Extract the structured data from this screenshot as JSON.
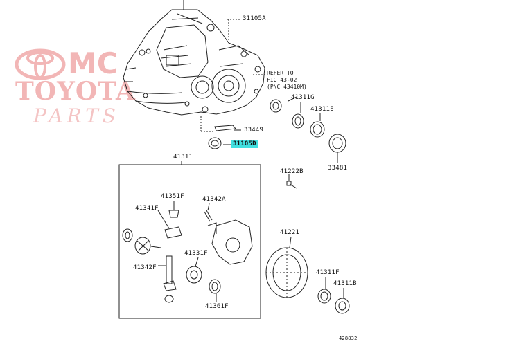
{
  "watermark": {
    "mc": "MC",
    "toyota": "TOYOTA",
    "parts": "PARTS"
  },
  "reference_note": [
    "REFER TO",
    "FIG 43-02",
    "(PNC 43410M)"
  ],
  "parts": {
    "p31105A": "31105A",
    "p33449": "33449",
    "p31105D": "31105D",
    "p41311G": "41311G",
    "p41311E": "41311E",
    "p33481": "33481",
    "p41222B": "41222B",
    "p41311": "41311",
    "p41351F": "41351F",
    "p41342A": "41342A",
    "p41341F": "41341F",
    "p41342F": "41342F",
    "p41331F": "41331F",
    "p41361F": "41361F",
    "p41221": "41221",
    "p41311F": "41311F",
    "p41311B": "41311B"
  },
  "highlighted_part": "31105D",
  "highlight_color": "#41e0e0",
  "diagram_number": "428832"
}
